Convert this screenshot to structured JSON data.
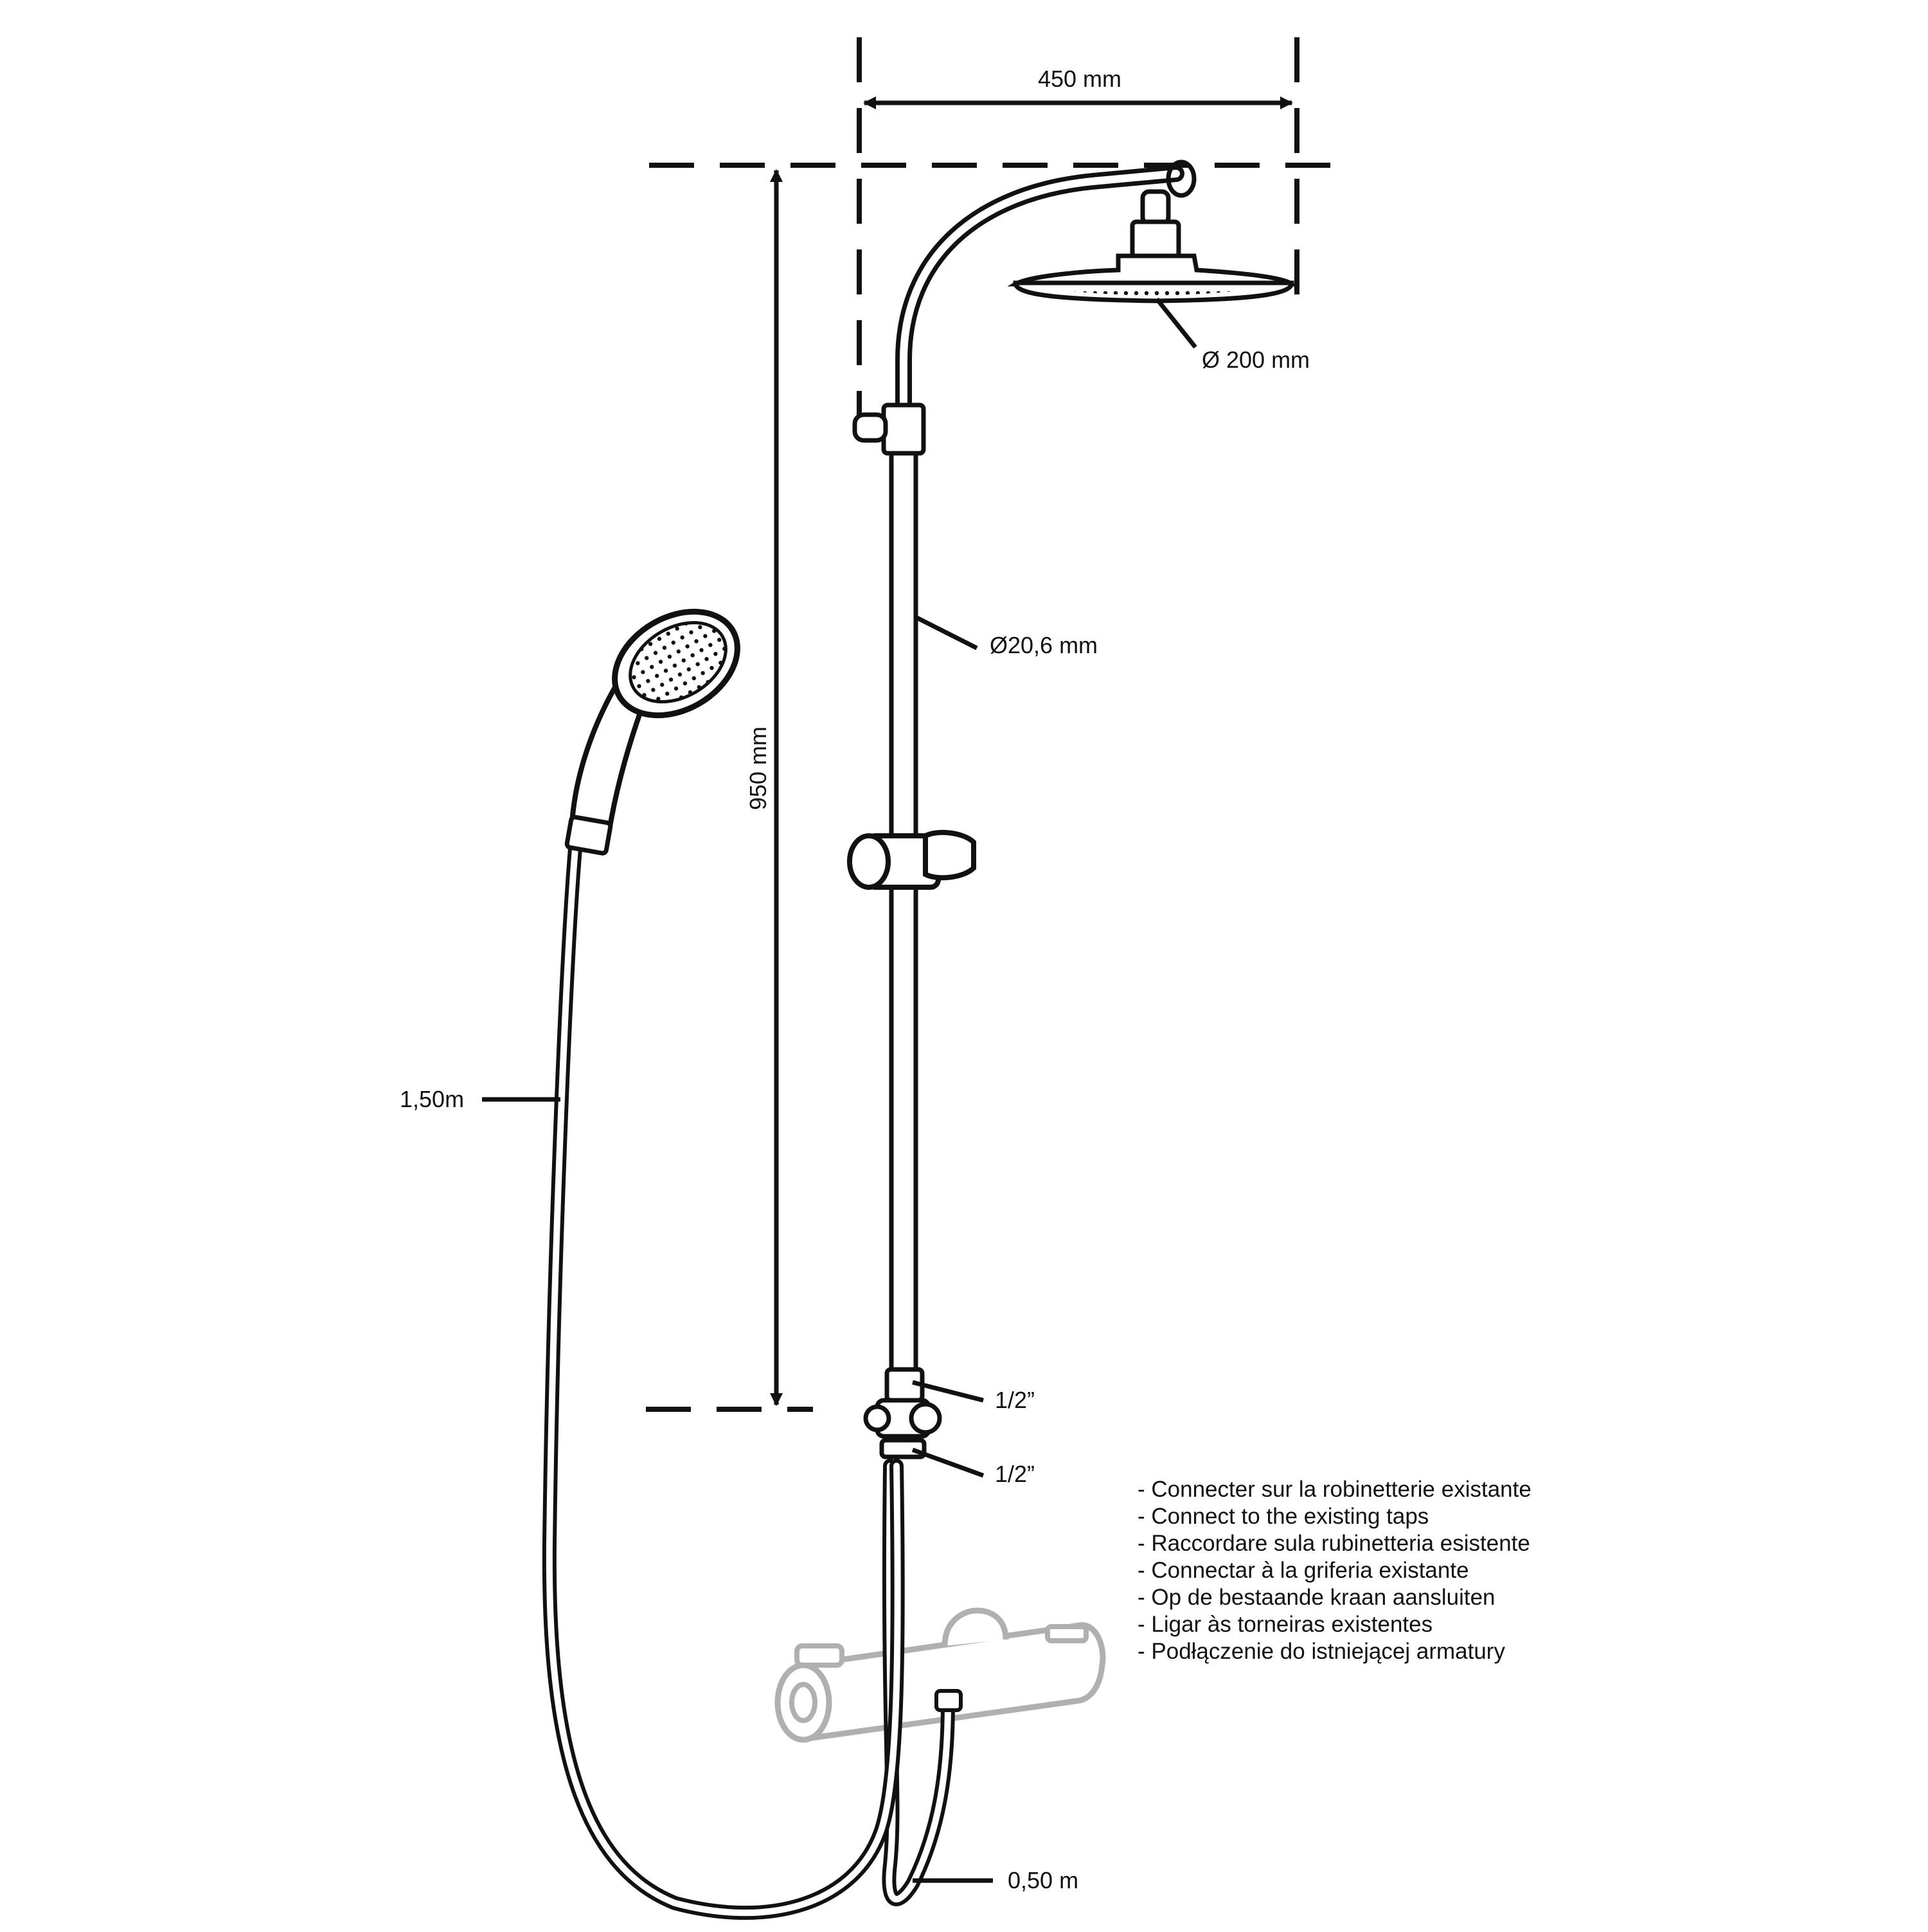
{
  "dimensions": {
    "shower_arm_width": "450 mm",
    "head_diameter": "Ø 200 mm",
    "rail_height": "950 mm",
    "pipe_diameter": "Ø20,6 mm",
    "hose_long": "1,50m",
    "hose_short": "0,50 m",
    "thread_upper": "1/2”",
    "thread_lower": "1/2”"
  },
  "instructions": [
    "- Connecter sur la robinetterie existante",
    "- Connect to the existing taps",
    "- Raccordare sula rubinetteria esistente",
    "- Connectar à la griferia existante",
    "- Op de bestaande kraan aansluiten",
    "- Ligar às torneiras existentes",
    "- Podłączenie do istniejącej armatury"
  ],
  "colors": {
    "ink": "#111111",
    "ghost_valve": "#b0b0b0",
    "background": "#ffffff"
  }
}
